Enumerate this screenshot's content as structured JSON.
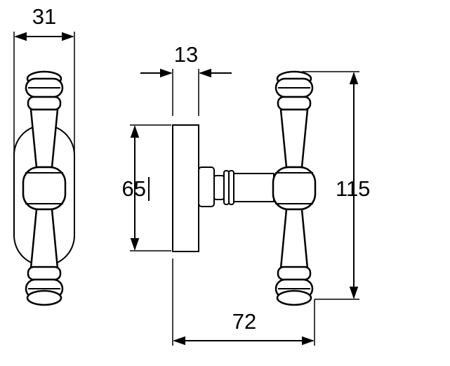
{
  "drawing": {
    "dimensions": {
      "front_width": "31",
      "rose_thickness": "13",
      "rose_height": "65",
      "handle_height": "115",
      "projection": "72"
    }
  }
}
